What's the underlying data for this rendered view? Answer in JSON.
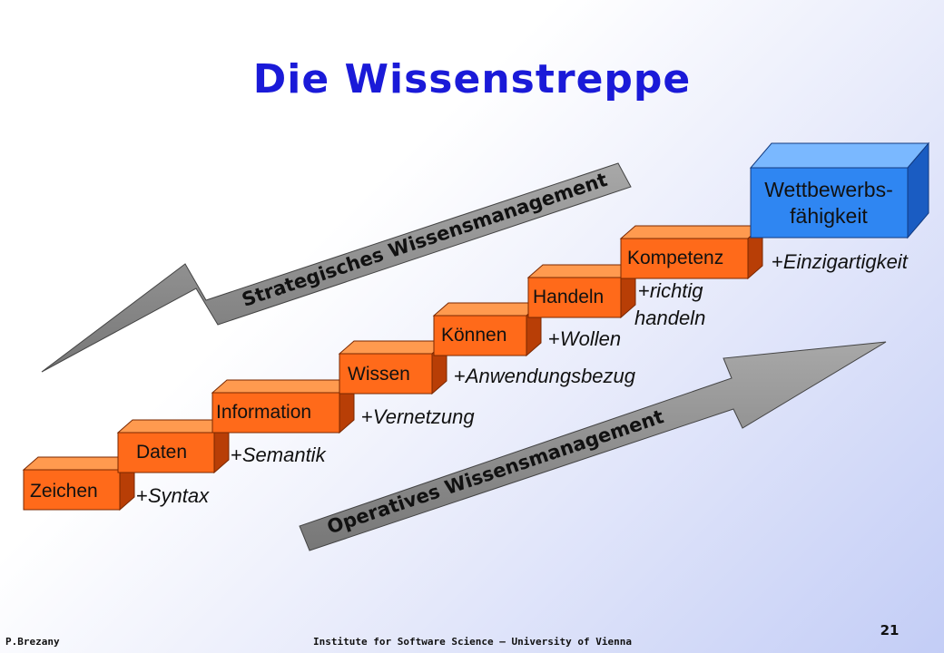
{
  "slide": {
    "title": "Die Wissenstreppe",
    "page_number": "21",
    "footer_author": "P.Brezany",
    "footer_institute": "Institute for Software Science – University of Vienna"
  },
  "diagram": {
    "steps": [
      {
        "label": "Zeichen",
        "gain": "Syntax"
      },
      {
        "label": "Daten",
        "gain": "Semantik"
      },
      {
        "label": "Information",
        "gain": "Vernetzung"
      },
      {
        "label": "Wissen",
        "gain": "Anwendungsbezug"
      },
      {
        "label": "Können",
        "gain": "Wollen"
      },
      {
        "label": "Handeln",
        "gain_line1": "richtig",
        "gain_line2": "handeln"
      },
      {
        "label": "Kompetenz",
        "gain": "Einzigartigkeit"
      }
    ],
    "gain_prefix": "+",
    "goal": {
      "line1": "Wettbewerbs-",
      "line2": "fähigkeit"
    },
    "arrow_strategic": "Strategisches Wissensmanagement",
    "arrow_operative": "Operatives Wissensmanagement",
    "colors": {
      "step_front": "#ff6a1a",
      "step_top": "#ff9a4f",
      "step_side": "#b83e06",
      "goal_front": "#2f86f2",
      "goal_top": "#7ab8ff",
      "goal_side": "#1a5cc2",
      "arrow": "#8c8c8c",
      "title": "#1a1ad8"
    }
  }
}
